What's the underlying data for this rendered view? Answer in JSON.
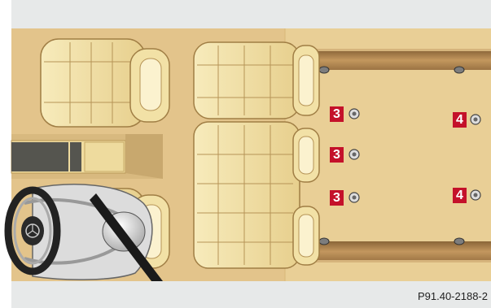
{
  "caption": "P91.40-2188-2",
  "markers": [
    {
      "number": "3"
    },
    {
      "number": "3"
    },
    {
      "number": "3"
    },
    {
      "number": "4"
    },
    {
      "number": "4"
    }
  ],
  "colors": {
    "floor": "#e6c98f",
    "seat_fill": "#f3e3a9",
    "rail": "#b98b52",
    "marker": "#c4112a",
    "band": "#e7e9e9"
  }
}
